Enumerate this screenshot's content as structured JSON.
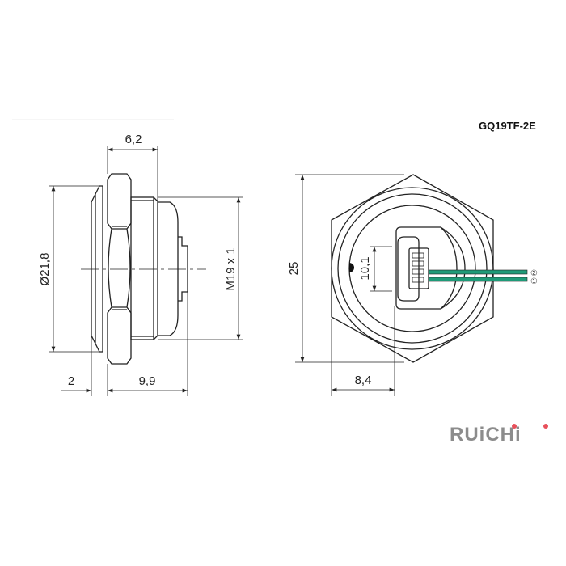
{
  "title": "GQ19TF-2E",
  "logo": "RUiCHi",
  "colors": {
    "wire": "#1f9a78",
    "logo_gray": "#8c8c8c",
    "logo_dot": "#e8505b"
  },
  "side_view": {
    "dims": {
      "width_top": "6,2",
      "diameter": "Ø21,8",
      "thread": "M19 x 1",
      "flange": "2",
      "length": "9,9"
    }
  },
  "front_view": {
    "dims": {
      "height": "25",
      "connector": "10,1",
      "offset": "8,4"
    },
    "wire_labels": [
      "②",
      "①"
    ]
  }
}
